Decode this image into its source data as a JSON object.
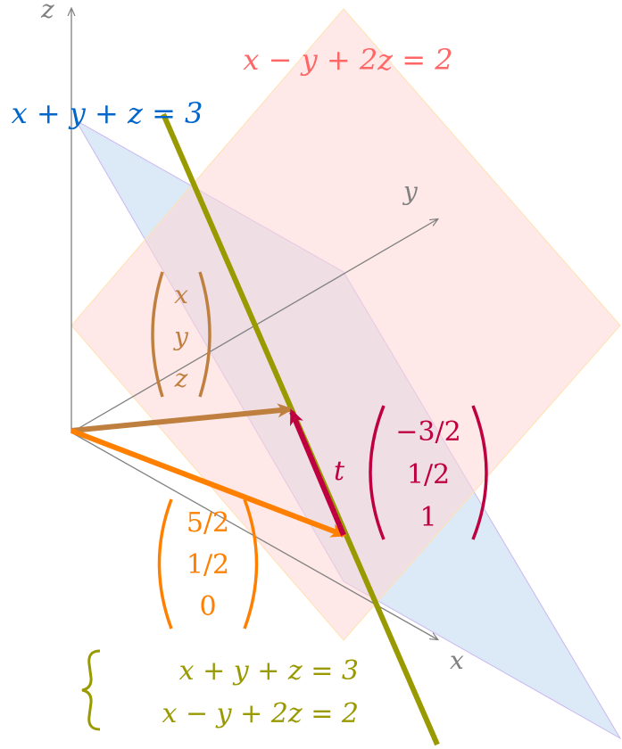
{
  "axes": {
    "x_label": "x",
    "y_label": "y",
    "z_label": "z"
  },
  "planes": {
    "plane1_equation": "x + y + z = 3",
    "plane2_equation": "x − y + 2z = 2"
  },
  "vectors": {
    "position_vector": [
      "x",
      "y",
      "z"
    ],
    "point_vector": [
      "5/2",
      "1/2",
      "0"
    ],
    "direction_param": "t",
    "direction_vector": [
      "−3/2",
      "1/2",
      "1"
    ]
  },
  "system": {
    "eq1": "x + y + z = 3",
    "eq2": "x − y + 2z = 2"
  },
  "colors": {
    "axis": "#808080",
    "plane1": "#0066cc",
    "plane1_fill": "#dbe7f5",
    "plane2": "#ff6666",
    "plane2_fill": "#ffe6e6",
    "line": "#999900",
    "position": "#bf7f3f",
    "point": "#ff8000",
    "direction": "#bf0040"
  }
}
